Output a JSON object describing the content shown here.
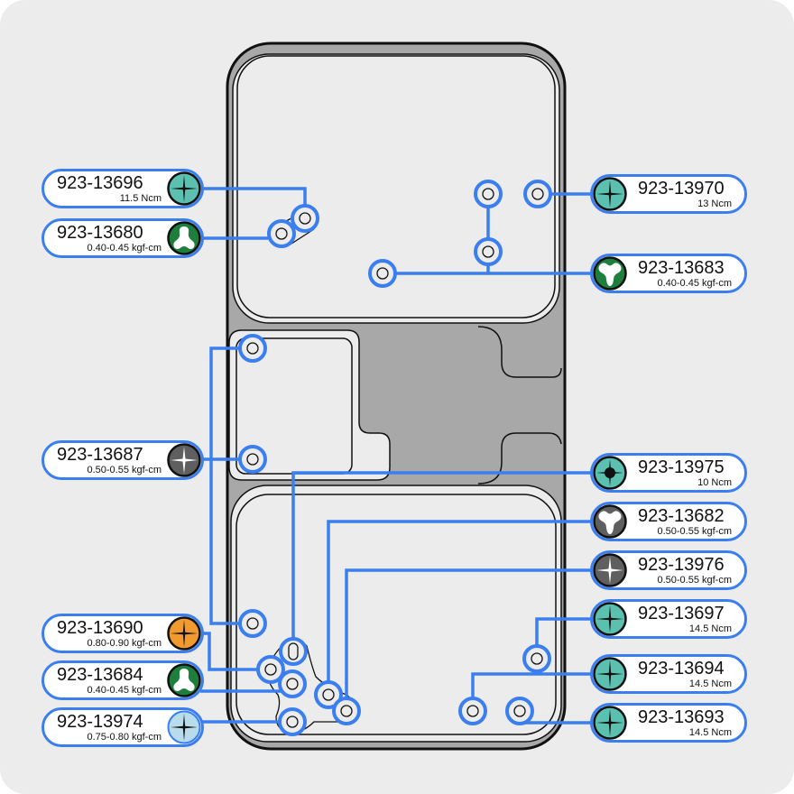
{
  "colors": {
    "background": "#ececec",
    "leader": "#3a7ef0",
    "teal": "#5cc0b0",
    "green": "#1e7e3c",
    "gray": "#5f5f5f",
    "orange": "#f09a30",
    "lightblue": "#b8dcec",
    "device_frame": "#a8a8a8"
  },
  "screws": [
    {
      "id": "s1",
      "side": "left",
      "part": "923-13696",
      "spec": "11.5 Ncm",
      "icon": "phillips-icon",
      "color": "#5cc0b0",
      "icon_type": "phillips",
      "ring": "dark"
    },
    {
      "id": "s2",
      "side": "left",
      "part": "923-13680",
      "spec": "0.40-0.45 kgf-cm",
      "icon": "tri-wing-icon",
      "color": "#1e7e3c",
      "icon_type": "triwing",
      "ring": "dark"
    },
    {
      "id": "s3",
      "side": "left",
      "part": "923-13687",
      "spec": "0.50-0.55 kgf-cm",
      "icon": "phillips-icon",
      "color": "#5f5f5f",
      "icon_type": "phillips-light",
      "ring": "dark"
    },
    {
      "id": "s4",
      "side": "left",
      "part": "923-13690",
      "spec": "0.80-0.90 kgf-cm",
      "icon": "phillips-icon",
      "color": "#f09a30",
      "icon_type": "phillips",
      "ring": "dark"
    },
    {
      "id": "s5",
      "side": "left",
      "part": "923-13684",
      "spec": "0.40-0.45 kgf-cm",
      "icon": "tri-wing-icon",
      "color": "#1e7e3c",
      "icon_type": "triwing",
      "ring": "dark"
    },
    {
      "id": "s6",
      "side": "left",
      "part": "923-13974",
      "spec": "0.75-0.80 kgf-cm",
      "icon": "phillips-icon",
      "color": "#b8dcec",
      "icon_type": "phillips",
      "ring": "none"
    },
    {
      "id": "s7",
      "side": "right",
      "part": "923-13970",
      "spec": "13 Ncm",
      "icon": "phillips-icon",
      "color": "#5cc0b0",
      "icon_type": "phillips",
      "ring": "dark"
    },
    {
      "id": "s8",
      "side": "right",
      "part": "923-13683",
      "spec": "0.40-0.45 kgf-cm",
      "icon": "y-type-icon",
      "color": "#1e7e3c",
      "icon_type": "ytype",
      "ring": "dark"
    },
    {
      "id": "s9",
      "side": "right",
      "part": "923-13975",
      "spec": "10 Ncm",
      "icon": "phillips-center-icon",
      "color": "#5cc0b0",
      "icon_type": "phillips-center",
      "ring": "dark"
    },
    {
      "id": "s10",
      "side": "right",
      "part": "923-13682",
      "spec": "0.50-0.55 kgf-cm",
      "icon": "y-type-icon",
      "color": "#5f5f5f",
      "icon_type": "ytype",
      "ring": "dark"
    },
    {
      "id": "s11",
      "side": "right",
      "part": "923-13976",
      "spec": "0.50-0.55 kgf-cm",
      "icon": "phillips-icon",
      "color": "#5f5f5f",
      "icon_type": "phillips-light",
      "ring": "dark"
    },
    {
      "id": "s12",
      "side": "right",
      "part": "923-13697",
      "spec": "14.5 Ncm",
      "icon": "phillips-icon",
      "color": "#5cc0b0",
      "icon_type": "phillips",
      "ring": "dark"
    },
    {
      "id": "s13",
      "side": "right",
      "part": "923-13694",
      "spec": "14.5 Ncm",
      "icon": "phillips-icon",
      "color": "#5cc0b0",
      "icon_type": "phillips",
      "ring": "dark"
    },
    {
      "id": "s14",
      "side": "right",
      "part": "923-13693",
      "spec": "14.5 Ncm",
      "icon": "phillips-icon",
      "color": "#5cc0b0",
      "icon_type": "phillips",
      "ring": "dark"
    }
  ]
}
